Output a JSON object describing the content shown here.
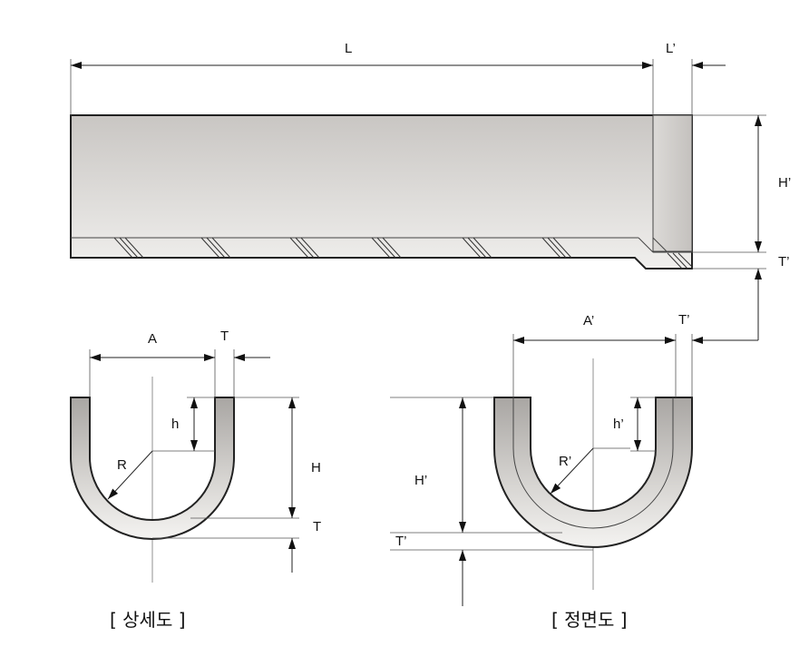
{
  "labels": {
    "L": "L",
    "L_prime": "L’",
    "H_prime_side": "H’",
    "T_prime_side": "T’",
    "A": "A",
    "T_top": "T",
    "h": "h",
    "R": "R",
    "H": "H",
    "T_bottom": "T",
    "A_prime": "A’",
    "T_prime_top": "T’",
    "h_prime": "h’",
    "R_prime": "R’",
    "H_prime_front": "H’",
    "T_prime_front": "T’"
  },
  "captions": {
    "detail": "[ 상세도 ]",
    "front": "[ 정면도 ]"
  },
  "colors": {
    "body_light": "#f1f0ee",
    "body_dark": "#c7c4c1",
    "line": "#222222"
  }
}
